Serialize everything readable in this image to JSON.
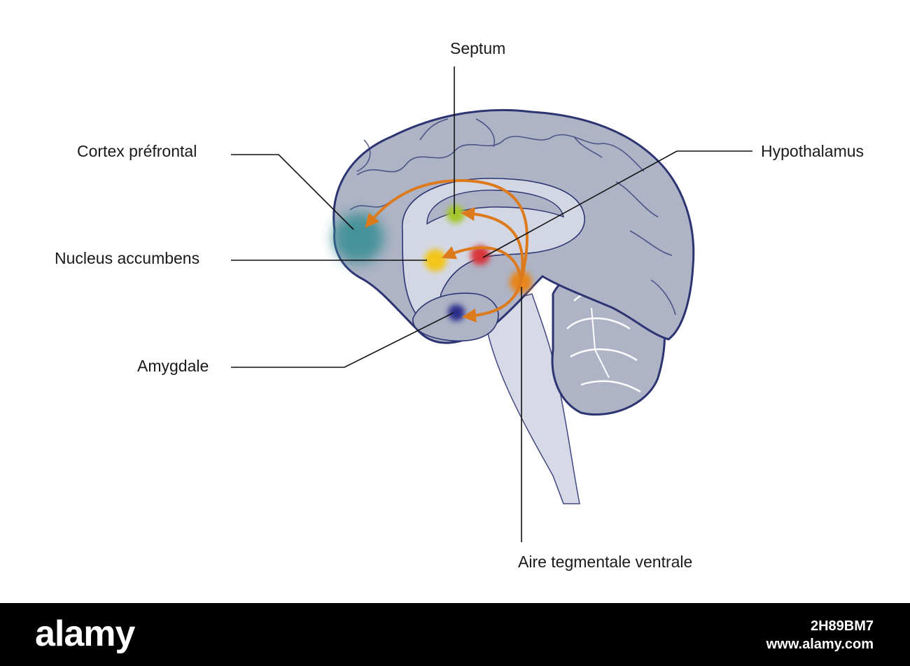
{
  "labels": {
    "septum": "Septum",
    "cortex": "Cortex préfrontal",
    "hypothalamus": "Hypothalamus",
    "nucleus": "Nucleus accumbens",
    "amygdale": "Amygdale",
    "atv": "Aire tegmentale ventrale"
  },
  "colors": {
    "outline": "#2c3572",
    "brain_fill": "#aeb3c5",
    "inner_fill": "#d3d7e4",
    "arrow": "#dd7a1c",
    "cortex_region": "#3a8f95",
    "septum_region": "#a6c62c",
    "nucleus_region": "#f3c61d",
    "hypothalamus_region": "#d7393e",
    "amygdale_region": "#2c2f8a",
    "atv_region": "#e8861d"
  },
  "footer": {
    "logo": "alamy",
    "image_id": "2H89BM7",
    "url": "www.alamy.com"
  }
}
